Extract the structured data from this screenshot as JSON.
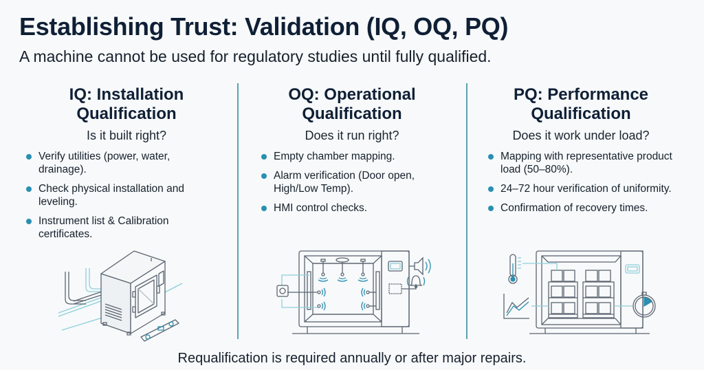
{
  "header": {
    "title": "Establishing Trust: Validation (IQ, OQ, PQ)",
    "subtitle": "A machine cannot be used for regulatory studies until fully qualified."
  },
  "colors": {
    "title": "#0f1f35",
    "accent": "#2a8fb0",
    "divider": "#5aa3ad",
    "line_art": "#5b6470",
    "highlight": "#8fd0dc"
  },
  "columns": [
    {
      "title_line1": "IQ: Installation",
      "title_line2": "Qualification",
      "question": "Is it built right?",
      "bullets": [
        "Verify utilities (power, water, drainage).",
        "Check physical installation and leveling.",
        "Instrument list & Calibration certificates."
      ],
      "illustration": "chamber-with-utility-pipes-and-level-icon"
    },
    {
      "title_line1": "OQ: Operational",
      "title_line2": "Qualification",
      "question": "Does it run right?",
      "bullets": [
        "Empty chamber mapping.",
        "Alarm verification (Door open, High/Low Temp).",
        "HMI control checks."
      ],
      "illustration": "empty-chamber-sensors-alarm-icon"
    },
    {
      "title_line1": "PQ: Performance",
      "title_line2": "Qualification",
      "question": "Does it work under load?",
      "bullets": [
        "Mapping with representative product load (50–80%).",
        "24–72 hour verification of uniformity.",
        "Confirmation of recovery times."
      ],
      "illustration": "loaded-chamber-thermometer-graph-stopwatch-icon"
    }
  ],
  "footer": {
    "note": "Requalification is required annually or after major repairs."
  }
}
